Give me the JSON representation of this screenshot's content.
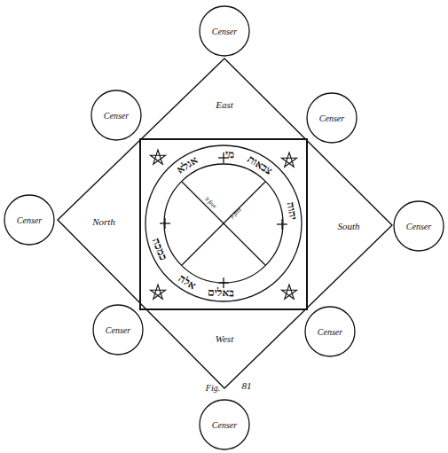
{
  "diagram": {
    "nodes": [
      {
        "text": [
          "Censer"
        ]
      },
      {
        "text": [
          "Censer"
        ]
      },
      {
        "text": [
          "Censer"
        ]
      },
      {
        "text": [
          "Censer"
        ]
      },
      {
        "text": [
          "Censer"
        ]
      },
      {
        "text": [
          "Censer"
        ]
      },
      {
        "text": [
          "Censer"
        ]
      },
      {
        "text": [
          "Censer"
        ]
      }
    ],
    "labels": [
      "East",
      "North",
      "South",
      "West",
      "מי",
      "צבאות",
      "יהוה",
      "אגלא",
      "כמכה",
      "אלה",
      "באלים",
      "9 feet",
      "9 feet",
      "Fig.",
      "81"
    ]
  }
}
